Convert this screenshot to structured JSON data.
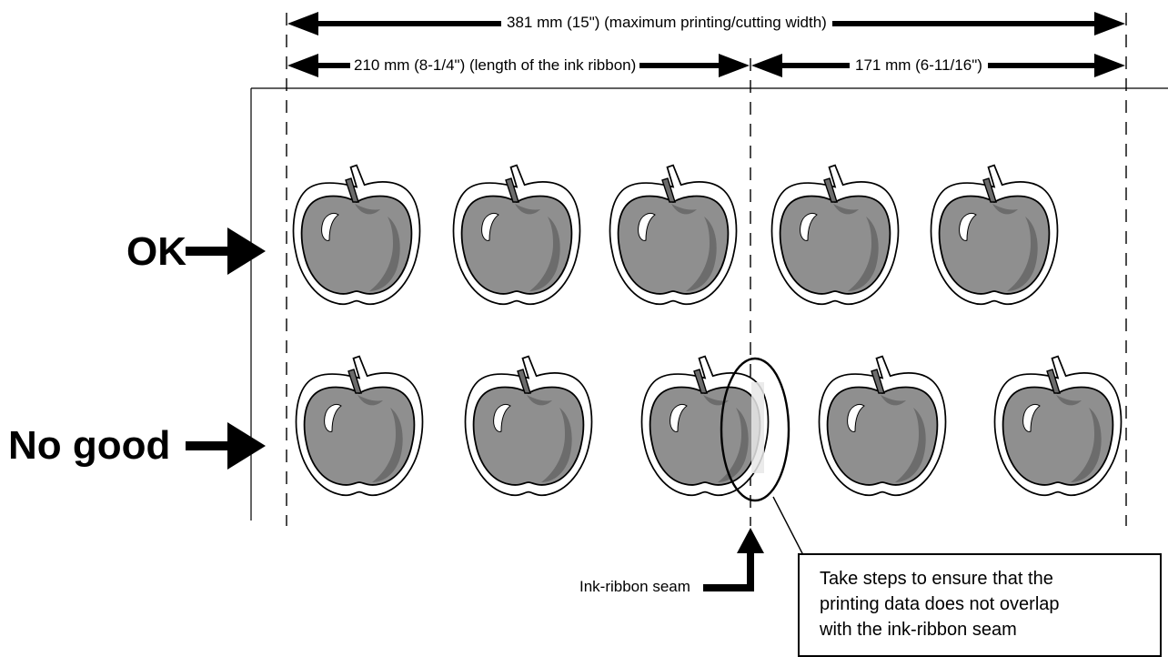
{
  "dimensions": {
    "max_width": "381 mm (15\")  (maximum printing/cutting width)",
    "ribbon_length": "210 mm (8-1/4\")  (length of the ink ribbon)",
    "remaining": "171 mm (6-11/16\")"
  },
  "rows": {
    "ok_label": "OK",
    "bad_label": "No good"
  },
  "seam_label": "Ink-ribbon seam",
  "note": {
    "line1": "Take steps to ensure that the",
    "line2": "printing data does not overlap",
    "line3": "with the ink-ribbon seam"
  },
  "colors": {
    "apple_fill": "#8f8f8f",
    "apple_shadow": "#6c6c6c",
    "highlight": "#ffffff",
    "ink": "#000000"
  },
  "icons": [
    "apple-icon",
    "right-arrow-icon",
    "up-arrow-icon"
  ]
}
